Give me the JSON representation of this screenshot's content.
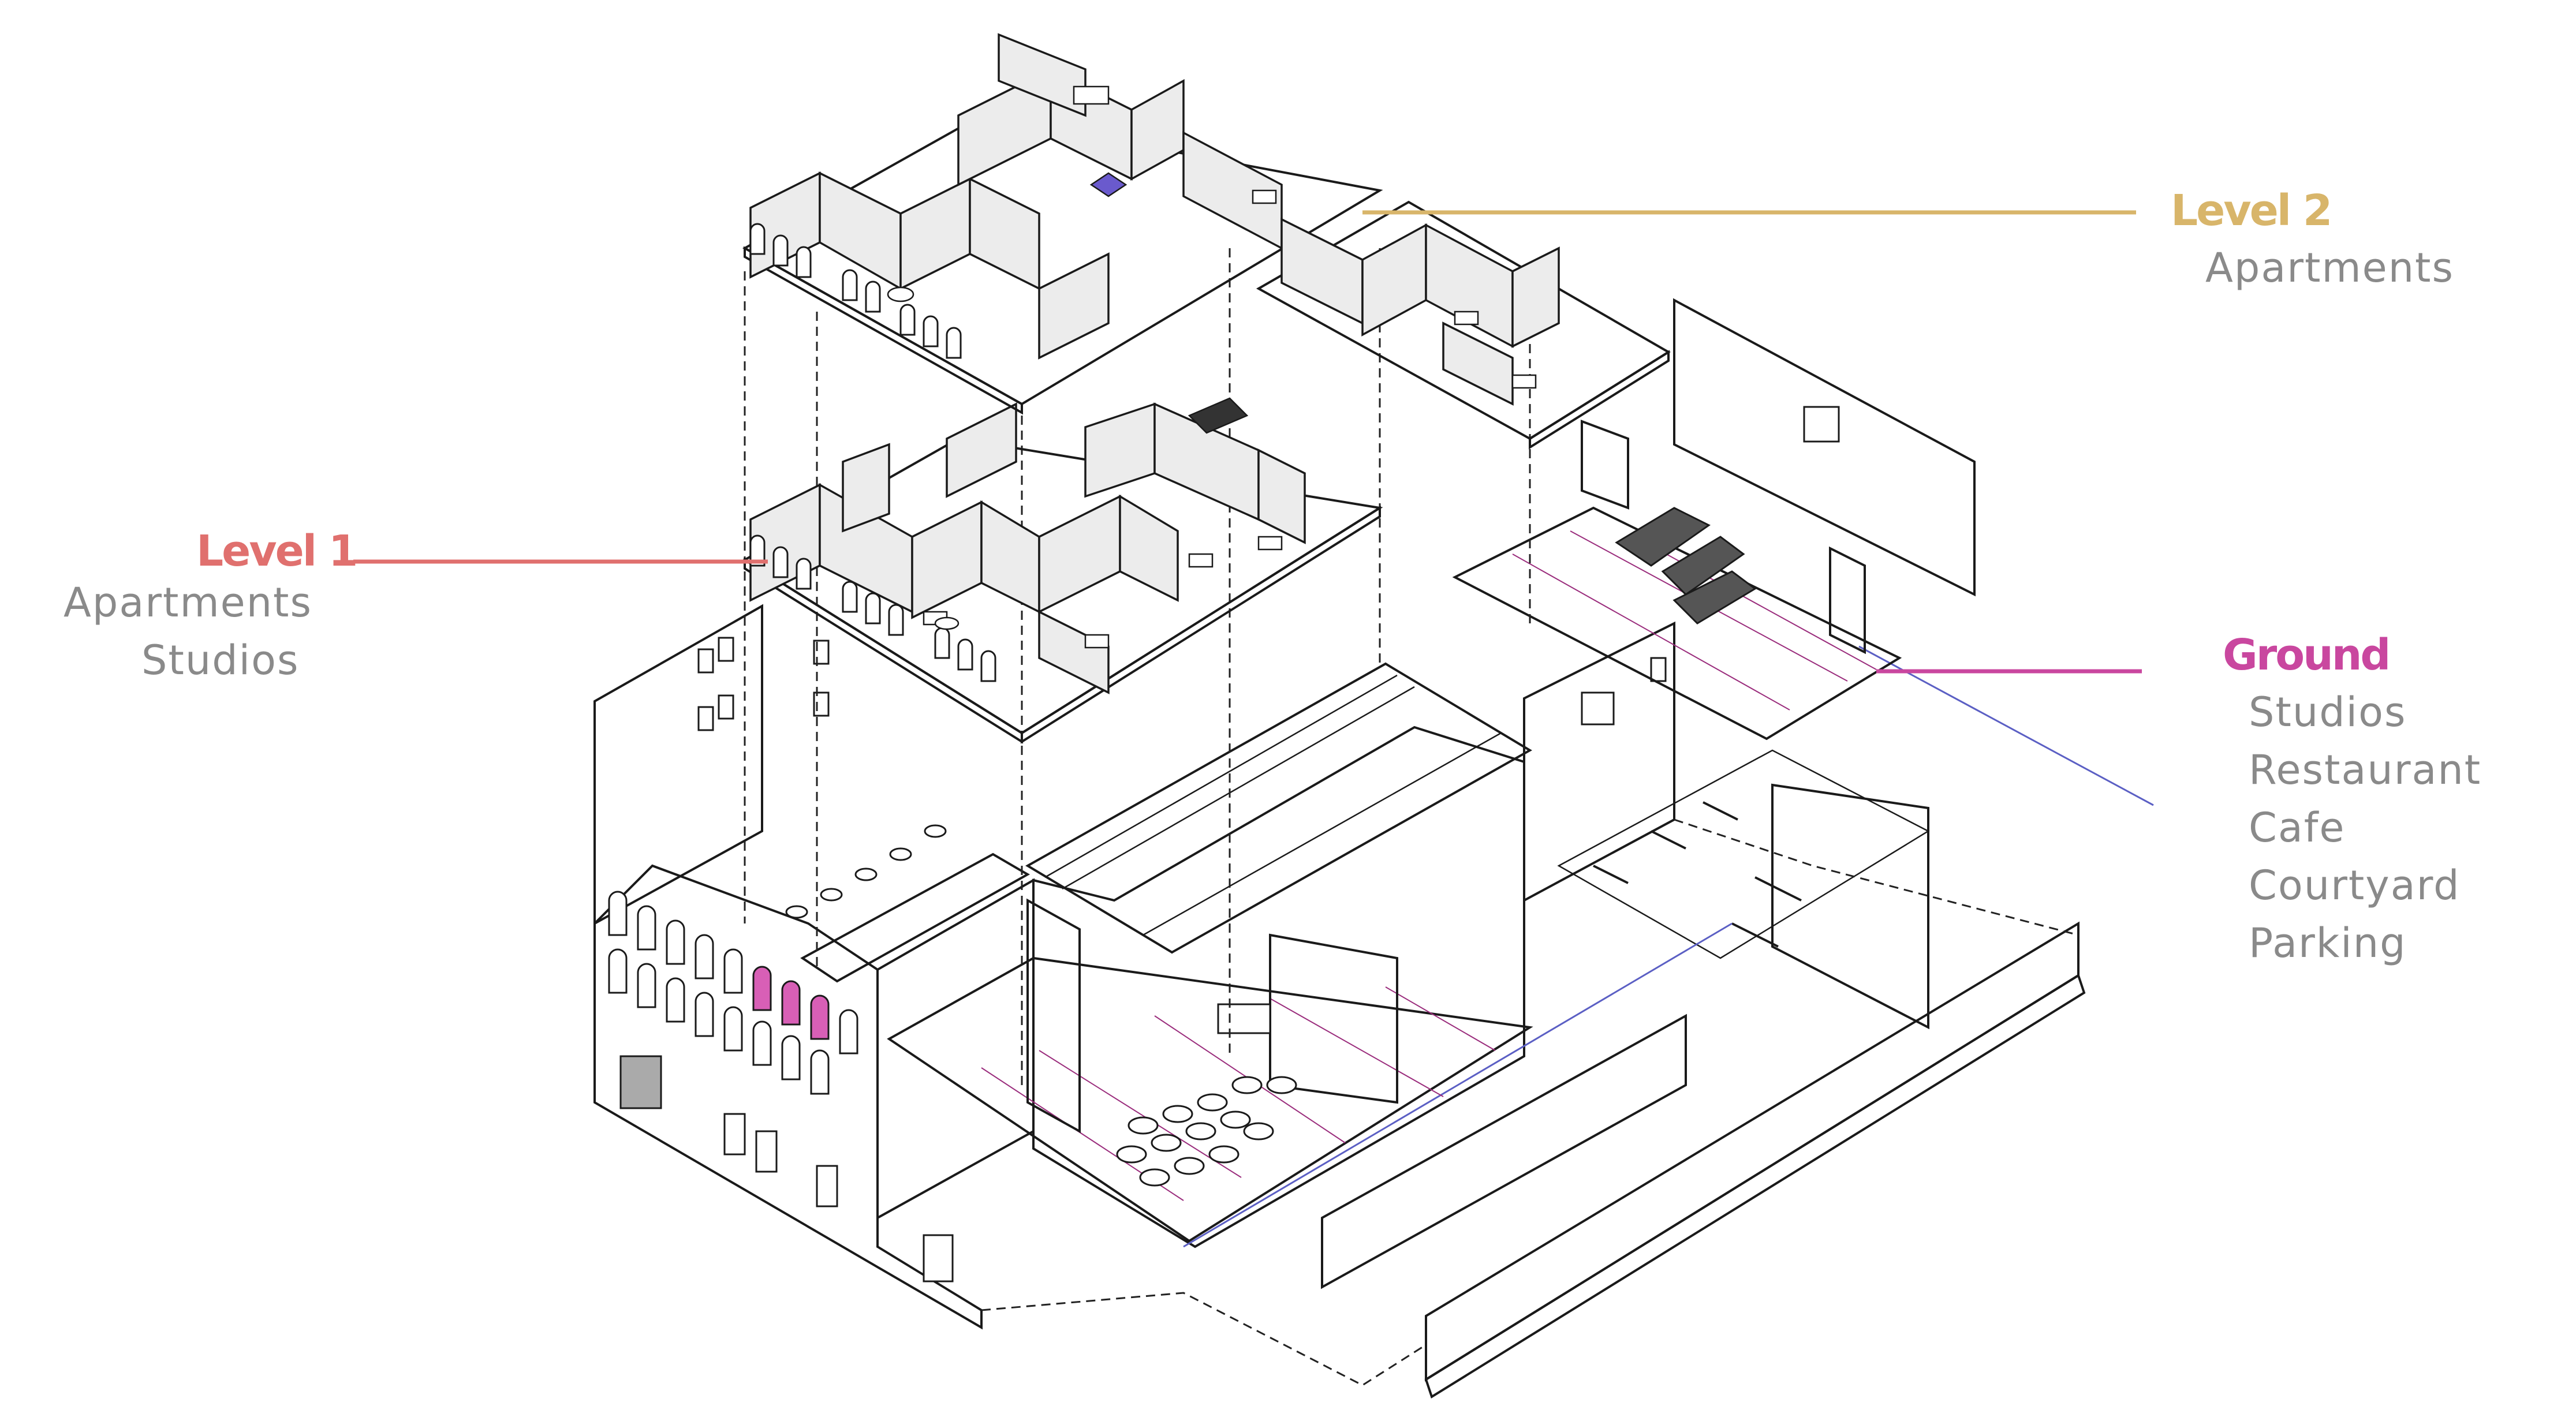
{
  "levels": [
    {
      "title": "Level 2",
      "color": "#d8b56a",
      "uses": [
        "Apartments"
      ]
    },
    {
      "title": "Level 1",
      "color": "#e0706e",
      "uses": [
        "Apartments",
        "Studios"
      ]
    },
    {
      "title": "Ground",
      "color": "#c9479f",
      "uses": [
        "Studios",
        "Restaurant",
        "Cafe",
        "Courtyard",
        "Parking"
      ]
    }
  ],
  "colors": {
    "level2_floor": "#e7c98e",
    "level1_floor": "#e67672",
    "ground_floor": "#d85fb6",
    "wall": "#ebebeb",
    "wall_dark": "#d4d4d4",
    "leader_blue": "#5b5fc4"
  }
}
